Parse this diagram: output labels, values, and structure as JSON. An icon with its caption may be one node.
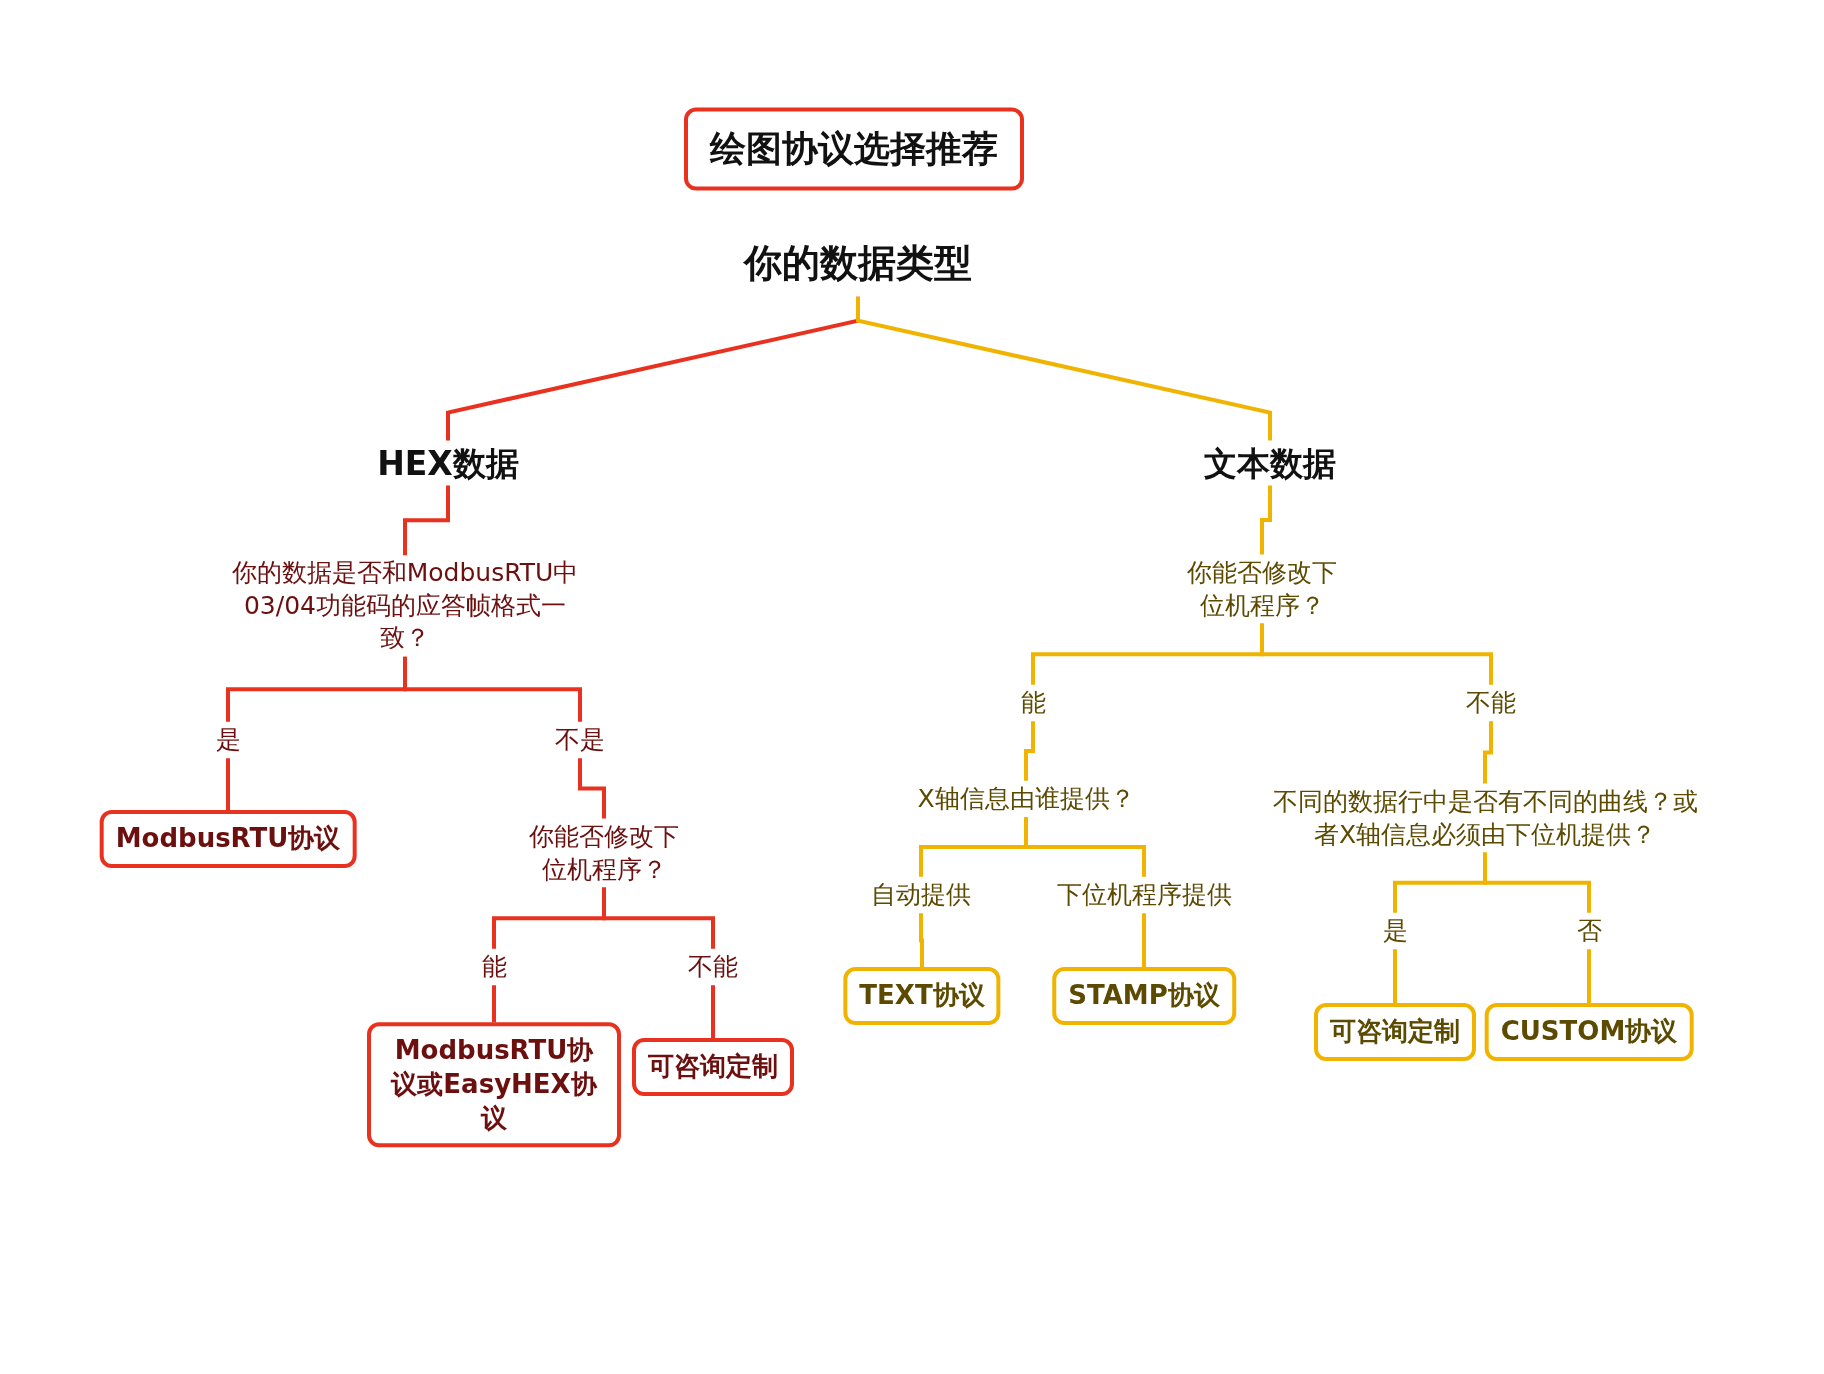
{
  "diagram": {
    "nodes": [
      {
        "text": [
          "绘图协议选择推荐"
        ]
      },
      {
        "text": [
          "你的数据类型"
        ]
      },
      {
        "text": [
          "HEX数据"
        ]
      },
      {
        "text": [
          "文本数据"
        ]
      },
      {
        "text": [
          "你的数据是否和ModbusRTU中03/04功能码的应答帧格式一致？"
        ]
      },
      {
        "text": [
          "是"
        ]
      },
      {
        "text": [
          "不是"
        ]
      },
      {
        "text": [
          "ModbusRTU协议"
        ]
      },
      {
        "text": [
          "你能否修改下位机程序？"
        ]
      },
      {
        "text": [
          "能"
        ]
      },
      {
        "text": [
          "不能"
        ]
      },
      {
        "text": [
          "ModbusRTU协议或EasyHEX协议"
        ]
      },
      {
        "text": [
          "可咨询定制"
        ]
      },
      {
        "text": [
          "你能否修改下位机程序？"
        ]
      },
      {
        "text": [
          "能"
        ]
      },
      {
        "text": [
          "不能"
        ]
      },
      {
        "text": [
          "X轴信息由谁提供？"
        ]
      },
      {
        "text": [
          "不同的数据行中是否有不同的曲线？或者X轴信息必须由下位机提供？"
        ]
      },
      {
        "text": [
          "自动提供"
        ]
      },
      {
        "text": [
          "下位机程序提供"
        ]
      },
      {
        "text": [
          "TEXT协议"
        ]
      },
      {
        "text": [
          "STAMP协议"
        ]
      },
      {
        "text": [
          "是"
        ]
      },
      {
        "text": [
          "否"
        ]
      },
      {
        "text": [
          "可咨询定制"
        ]
      },
      {
        "text": [
          "CUSTOM协议"
        ]
      }
    ],
    "edges": [
      {
        "from": 1,
        "to": 2,
        "arrow": "none",
        "color": "#e8321f"
      },
      {
        "from": 1,
        "to": 3,
        "arrow": "none",
        "color": "#f0b400"
      },
      {
        "from": 2,
        "to": 4,
        "arrow": "none",
        "color": "#e8321f"
      },
      {
        "from": 4,
        "to": 5,
        "arrow": "none",
        "color": "#e8321f"
      },
      {
        "from": 4,
        "to": 6,
        "arrow": "none",
        "color": "#e8321f"
      },
      {
        "from": 5,
        "to": 7,
        "arrow": "none",
        "color": "#e8321f"
      },
      {
        "from": 6,
        "to": 8,
        "arrow": "none",
        "color": "#e8321f"
      },
      {
        "from": 8,
        "to": 9,
        "arrow": "none",
        "color": "#e8321f"
      },
      {
        "from": 8,
        "to": 10,
        "arrow": "none",
        "color": "#e8321f"
      },
      {
        "from": 9,
        "to": 11,
        "arrow": "none",
        "color": "#e8321f"
      },
      {
        "from": 10,
        "to": 12,
        "arrow": "none",
        "color": "#e8321f"
      },
      {
        "from": 3,
        "to": 13,
        "arrow": "none",
        "color": "#f0b400"
      },
      {
        "from": 13,
        "to": 14,
        "arrow": "none",
        "color": "#f0b400"
      },
      {
        "from": 13,
        "to": 15,
        "arrow": "none",
        "color": "#f0b400"
      },
      {
        "from": 14,
        "to": 16,
        "arrow": "none",
        "color": "#f0b400"
      },
      {
        "from": 15,
        "to": 17,
        "arrow": "none",
        "color": "#f0b400"
      },
      {
        "from": 16,
        "to": 18,
        "arrow": "none",
        "color": "#f0b400"
      },
      {
        "from": 16,
        "to": 19,
        "arrow": "none",
        "color": "#f0b400"
      },
      {
        "from": 18,
        "to": 20,
        "arrow": "none",
        "color": "#f0b400"
      },
      {
        "from": 19,
        "to": 21,
        "arrow": "none",
        "color": "#f0b400"
      },
      {
        "from": 17,
        "to": 22,
        "arrow": "none",
        "color": "#f0b400"
      },
      {
        "from": 17,
        "to": 23,
        "arrow": "none",
        "color": "#f0b400"
      },
      {
        "from": 22,
        "to": 24,
        "arrow": "none",
        "color": "#f0b400"
      },
      {
        "from": 23,
        "to": 25,
        "arrow": "none",
        "color": "#f0b400"
      }
    ]
  }
}
